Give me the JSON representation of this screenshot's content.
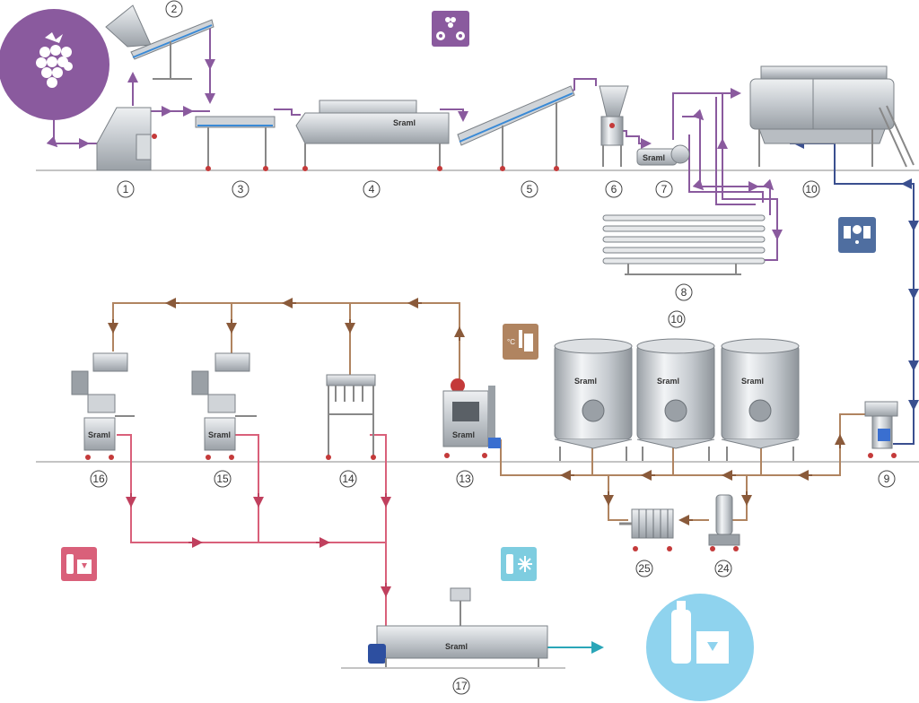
{
  "brand": "Sraml",
  "colors": {
    "purple_line": "#8a5a9e",
    "blue_line": "#3a4f8f",
    "brown_line": "#a67c56",
    "red_line": "#d9607a",
    "teal_line": "#2aa6b8",
    "floor": "#888888",
    "steel": "#c8ccd0",
    "steel_dark": "#8e949a"
  },
  "icons": {
    "fruit_circle": "raspberry-icon",
    "milling": "raspberry-gears-icon",
    "filter_press": "juice-press-icon",
    "heating_tank": "thermometer-tank-icon",
    "bottle_box_red": "bottle-box-icon",
    "bottle_frozen": "bottle-snowflake-icon",
    "final_circle": "bottle-box-icon"
  },
  "stations": [
    {
      "key": "s1",
      "label": "1"
    },
    {
      "key": "s2",
      "label": "2"
    },
    {
      "key": "s3",
      "label": "3"
    },
    {
      "key": "s4",
      "label": "4"
    },
    {
      "key": "s5",
      "label": "5"
    },
    {
      "key": "s6",
      "label": "6"
    },
    {
      "key": "s7",
      "label": "7"
    },
    {
      "key": "s8",
      "label": "8"
    },
    {
      "key": "s9",
      "label": "9"
    },
    {
      "key": "s10a",
      "label": "10"
    },
    {
      "key": "s10b",
      "label": "10"
    },
    {
      "key": "s13",
      "label": "13"
    },
    {
      "key": "s14",
      "label": "14"
    },
    {
      "key": "s15",
      "label": "15"
    },
    {
      "key": "s16",
      "label": "16"
    },
    {
      "key": "s17",
      "label": "17"
    },
    {
      "key": "s24",
      "label": "24"
    },
    {
      "key": "s25",
      "label": "25"
    }
  ]
}
